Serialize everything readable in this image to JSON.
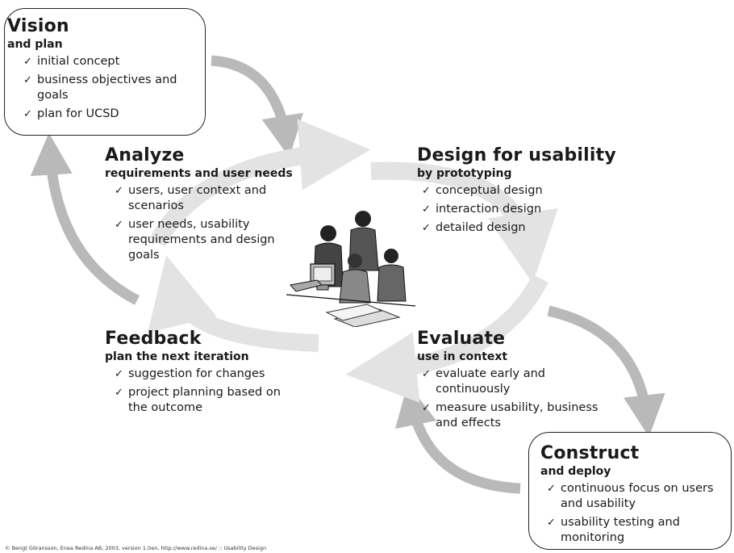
{
  "stages": {
    "vision": {
      "title": "Vision",
      "subtitle": "and plan",
      "items": [
        "initial concept",
        "business objectives and goals",
        "plan for UCSD"
      ]
    },
    "analyze": {
      "title": "Analyze",
      "subtitle": "requirements and user needs",
      "items": [
        "users, user context and scenarios",
        "user needs, usability requirements and design goals"
      ]
    },
    "design": {
      "title": "Design for usability",
      "subtitle": "by prototyping",
      "items": [
        "conceptual design",
        "interaction design",
        "detailed design"
      ]
    },
    "feedback": {
      "title": "Feedback",
      "subtitle": "plan the next iteration",
      "items": [
        "suggestion for changes",
        "project planning based on the outcome"
      ]
    },
    "evaluate": {
      "title": "Evaluate",
      "subtitle": "use in context",
      "items": [
        "evaluate early and continuously",
        "measure usability, business and effects"
      ]
    },
    "construct": {
      "title": "Construct",
      "subtitle": "and deploy",
      "items": [
        "continuous focus on users and usability",
        "usability testing and monitoring"
      ]
    }
  },
  "check_glyph": "✓",
  "footer": "© Bengt Göransson, Enea Redina AB, 2003, version 1.0en, http://www.redina.se/ :: Usability Design",
  "colors": {
    "arrow_dark": "#b9b9b9",
    "arrow_light": "#e3e3e3",
    "box_border": "#222222"
  }
}
